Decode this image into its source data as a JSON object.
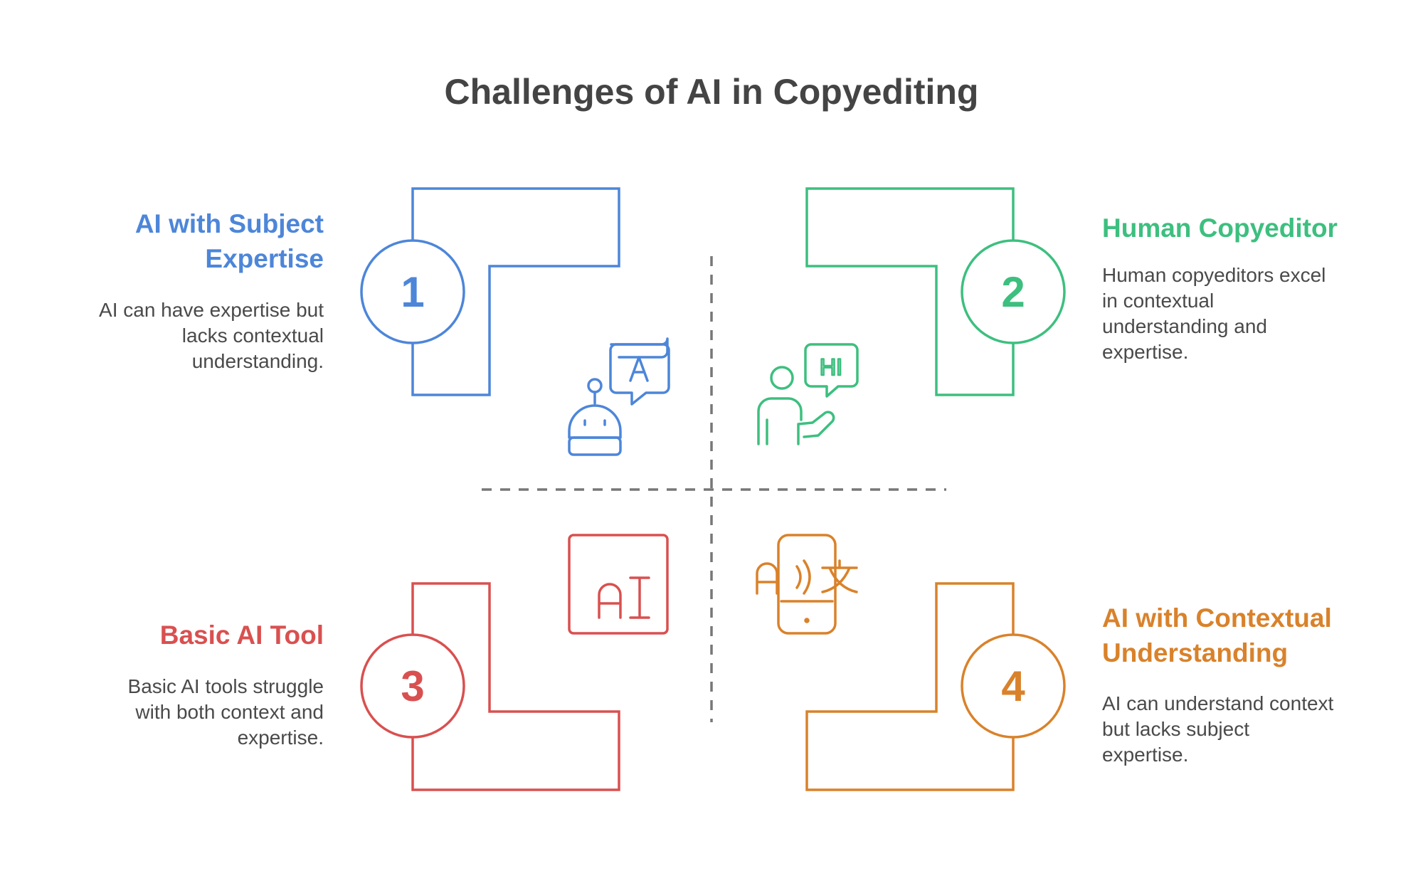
{
  "title": "Challenges of AI in Copyediting",
  "colors": {
    "blue": "#4d86d9",
    "green": "#3dbf7f",
    "red": "#d95050",
    "orange": "#d9822b",
    "divider": "#777777",
    "text": "#4a4a4a",
    "title": "#444444"
  },
  "quadrants": [
    {
      "number": "1",
      "heading_lines": [
        "AI with Subject",
        "Expertise"
      ],
      "description_lines": [
        "AI can have expertise but",
        "lacks contextual",
        "understanding."
      ],
      "icon": "robot-translate-icon",
      "color": "#4d86d9"
    },
    {
      "number": "2",
      "heading_lines": [
        "Human Copyeditor"
      ],
      "description_lines": [
        "Human copyeditors excel",
        "in contextual",
        "understanding and",
        "expertise."
      ],
      "icon": "person-speech-icon",
      "color": "#3dbf7f",
      "icon_text": "HI"
    },
    {
      "number": "3",
      "heading_lines": [
        "Basic AI Tool"
      ],
      "description_lines": [
        "Basic AI tools struggle",
        "with both context and",
        "expertise."
      ],
      "icon": "ai-box-icon",
      "color": "#d95050",
      "icon_text": "AI"
    },
    {
      "number": "4",
      "heading_lines": [
        "AI with Contextual",
        "Understanding"
      ],
      "description_lines": [
        "AI can understand context",
        "but lacks subject",
        "expertise."
      ],
      "icon": "phone-translate-icon",
      "color": "#d9822b"
    }
  ]
}
